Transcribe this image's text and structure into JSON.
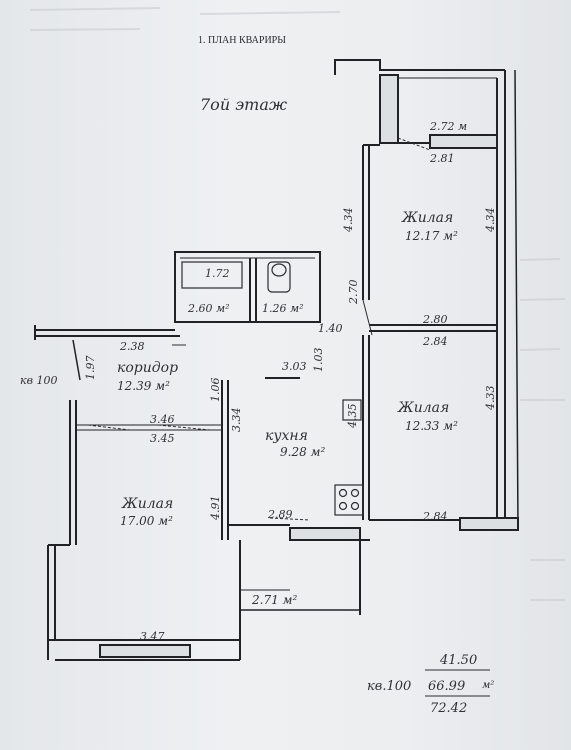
{
  "plan": {
    "title": "1. ПЛАН КВАРИРЫ",
    "floor": "7ой этаж",
    "apartment_side": "кв 100"
  },
  "rooms": [
    {
      "name": "Жилая",
      "area": "12.17 м²"
    },
    {
      "name": "Жилая",
      "area": "12.33 м²"
    },
    {
      "name": "кухня",
      "area": "9.28 м²"
    },
    {
      "name": "коридор",
      "area": "12.39 м²"
    },
    {
      "name": "Жилая",
      "area": "17.00 м²"
    },
    {
      "name": "",
      "area": "2.60 м²"
    },
    {
      "name": "",
      "area": "1.26 м²"
    },
    {
      "name": "",
      "area": "2.71 м²"
    }
  ],
  "dims": {
    "balcony_top": "2.72 м",
    "balcony_bottom": "2.81",
    "bedroom1_width": "2.80",
    "bedroom2_width": "2.84",
    "bedroom2_bottom": "2.84",
    "bath_length": "1.72",
    "door_width": "1.40",
    "corridor_width": "2.38",
    "kitchen_top": "3.03",
    "living_top_a": "3.46",
    "living_top_b": "3.45",
    "kitchen_bottom": "2.89",
    "living_bottom": "3.47",
    "bedroom1_height_left": "4.34",
    "bedroom1_height_right": "4.34",
    "door_height": "2.70",
    "kitchen_door": "1.03",
    "kitchen_height": "4.35",
    "bedroom2_height": "4.33",
    "kitchen_left": "3.34",
    "corridor_height": "1.06",
    "living_height": "4.91",
    "entry_width": "1.97"
  },
  "summary": {
    "apartment": "кв.100",
    "living_area": "41.50",
    "total_area": "66.99",
    "unit": "м²",
    "gross_area": "72.42"
  }
}
